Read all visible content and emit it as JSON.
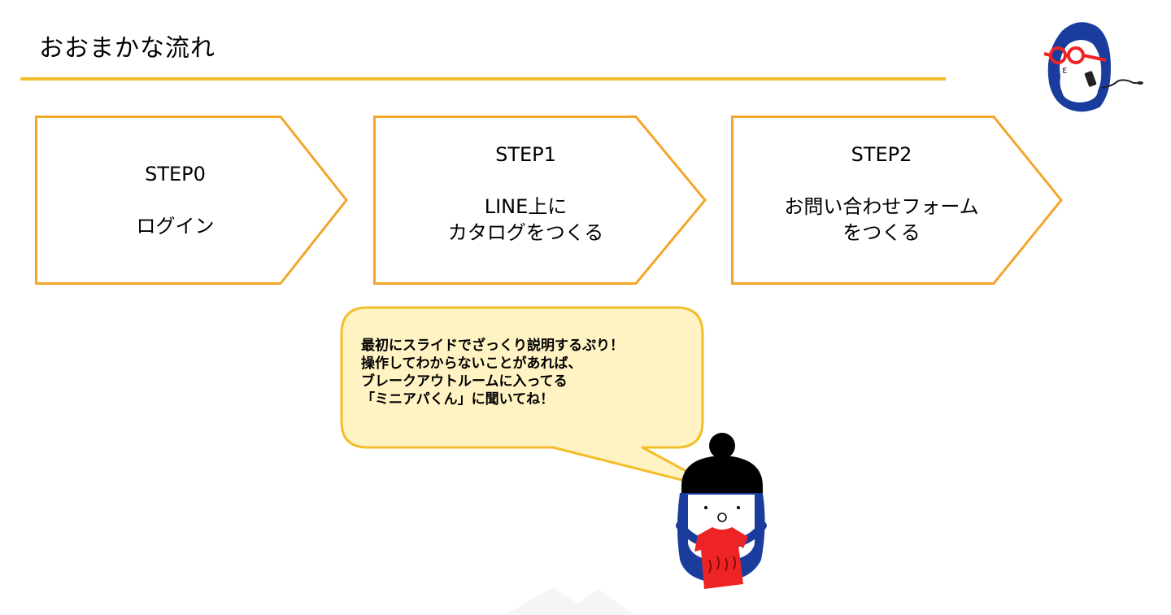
{
  "page": {
    "title": "おおまかな流れ"
  },
  "steps": [
    {
      "label": "STEP0",
      "description": "ログイン"
    },
    {
      "label": "STEP1",
      "description": "LINE上に\nカタログをつくる"
    },
    {
      "label": "STEP2",
      "description": "お問い合わせフォーム\nをつくる"
    }
  ],
  "bubble": {
    "text": "最初にスライドでざっくり説明するぷり！\n操作してわからないことがあれば、\nブレークアウトルームに入ってる\n「ミニアパくん」に聞いてね！"
  },
  "colors": {
    "accent": "#f3be2a",
    "arrow_stroke": "#f4a62a",
    "bubble_fill": "#fff3c4",
    "mascot_blue": "#1a3c9c",
    "glasses_red": "#ee2424"
  },
  "icons": {
    "top_right": "penguin-mascot-with-glasses",
    "bottom": "mascot-holding-red-shirt"
  }
}
